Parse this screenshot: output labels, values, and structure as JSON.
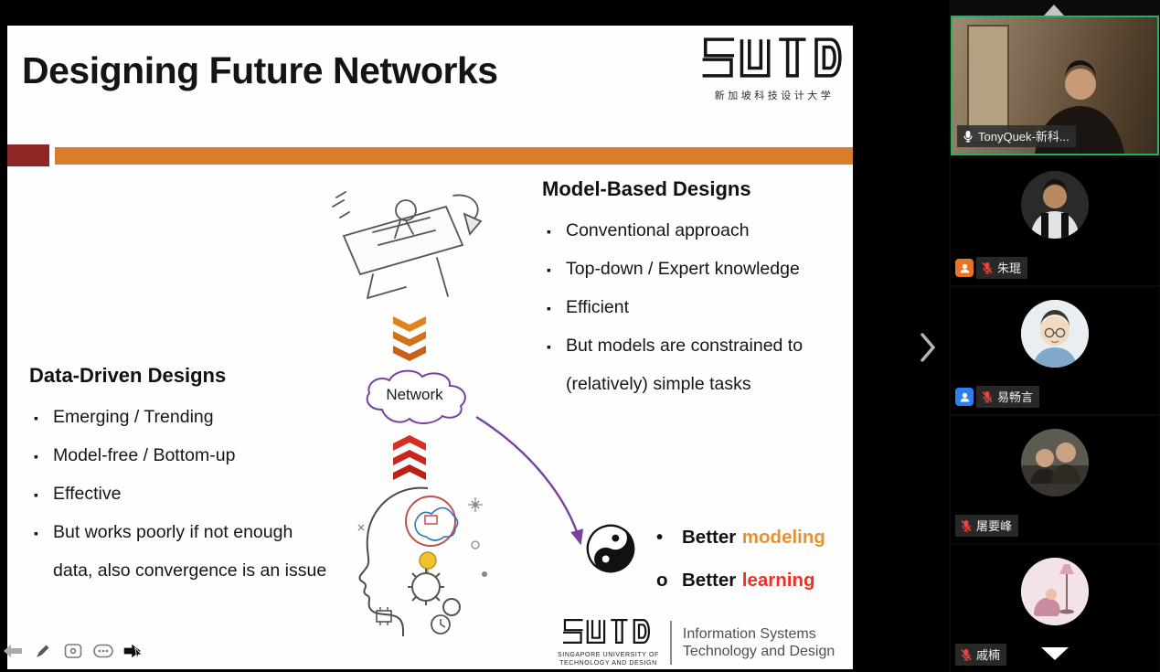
{
  "slide": {
    "title": "Designing Future Networks",
    "brand_cn": "新加坡科技设计大学",
    "model_based": {
      "heading": "Model-Based Designs",
      "bullets": [
        "Conventional approach",
        "Top-down / Expert knowledge",
        "Efficient",
        "But models are constrained to (relatively) simple tasks"
      ]
    },
    "data_driven": {
      "heading": "Data-Driven Designs",
      "bullets": [
        "Emerging / Trending",
        "Model-free / Bottom-up",
        "Effective",
        "But works poorly if not enough data, also convergence is an issue"
      ]
    },
    "network_label": "Network",
    "outcomes": [
      {
        "marker": "•",
        "prefix": "Better",
        "word": "modeling",
        "word_color": "#E8912D"
      },
      {
        "marker": "o",
        "prefix": "Better",
        "word": "learning",
        "word_color": "#F03022"
      }
    ],
    "footer": {
      "univ_line1": "SINGAPORE UNIVERSITY OF",
      "univ_line2": "TECHNOLOGY AND DESIGN",
      "dept_line1": "Information Systems",
      "dept_line2": "Technology and Design"
    },
    "colors": {
      "accent_orange": "#D97C2B",
      "accent_dark_red": "#8E2723",
      "cloud_purple": "#7B3FA0",
      "speaking_border_green": "#27AE60"
    }
  },
  "panel": {
    "participants": [
      {
        "name": "TonyQuek-新科...",
        "mic": "on",
        "has_video": true
      },
      {
        "name": "朱琨",
        "mic": "muted",
        "badge_color": "#E8742A"
      },
      {
        "name": "易畅言",
        "mic": "muted",
        "badge_color": "#2D7FF0"
      },
      {
        "name": "屠要峰",
        "mic": "muted"
      },
      {
        "name": "戚楠",
        "mic": "muted"
      }
    ]
  }
}
